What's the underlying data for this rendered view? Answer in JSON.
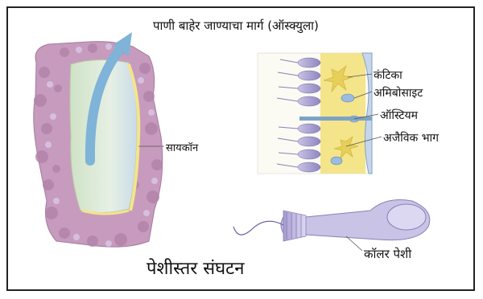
{
  "labels": {
    "osculum": "पाणी बाहेर जाण्याचा मार्ग (ऑस्क्युला)",
    "spicule": "कंटिका",
    "amoebocyte": "अमिबोसाइट",
    "ostium": "ऑस्टियम",
    "spongocoel": "सायकॉन",
    "inorganic": "अजैविक भाग",
    "collar_cell": "कॉलर पेशी",
    "title": "पेशीस्तर संघटन"
  },
  "colors": {
    "body_pink": "#c79bbd",
    "body_blue": "#c7d6ea",
    "cavity": "#dbe9cf",
    "lining": "#f4e48a",
    "arrow": "#7fb3d8",
    "cell_purple": "#9a8fc4",
    "cell_light": "#c9c3e6"
  }
}
